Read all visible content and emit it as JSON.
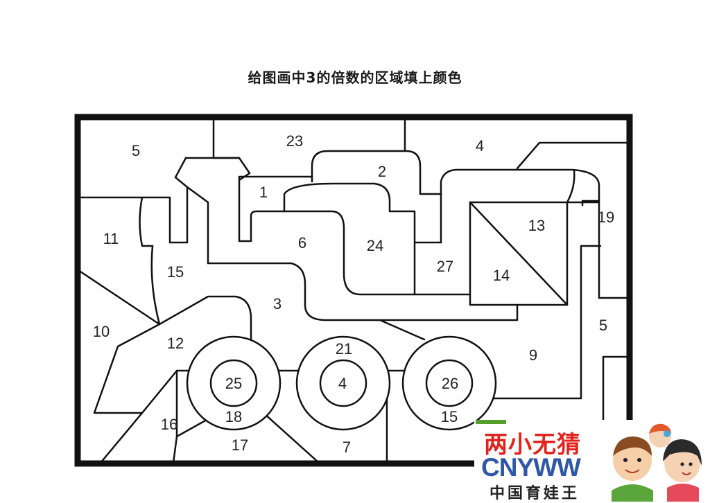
{
  "title": "给图画中3的倍数的区域填上颜色",
  "regions": {
    "r5a": "5",
    "r23": "23",
    "r4a": "4",
    "r2": "2",
    "r1": "1",
    "r11": "11",
    "r15a": "15",
    "r6": "6",
    "r24": "24",
    "r13": "13",
    "r19": "19",
    "r27": "27",
    "r14": "14",
    "r3": "3",
    "r10": "10",
    "r12": "12",
    "r21": "21",
    "r5b": "5",
    "r9": "9",
    "r25": "25",
    "r4b": "4",
    "r26": "26",
    "r18": "18",
    "r15b": "15",
    "r16": "16",
    "r17": "17",
    "r7": "7"
  },
  "logo": {
    "line1": "两小无猜",
    "line2": "CNYWW",
    "line3": "中国育娃王",
    "colors": {
      "red": "#e3231b",
      "blue": "#2e57a8",
      "green": "#55a02a"
    },
    "mascot": "family-cartoon-image"
  }
}
